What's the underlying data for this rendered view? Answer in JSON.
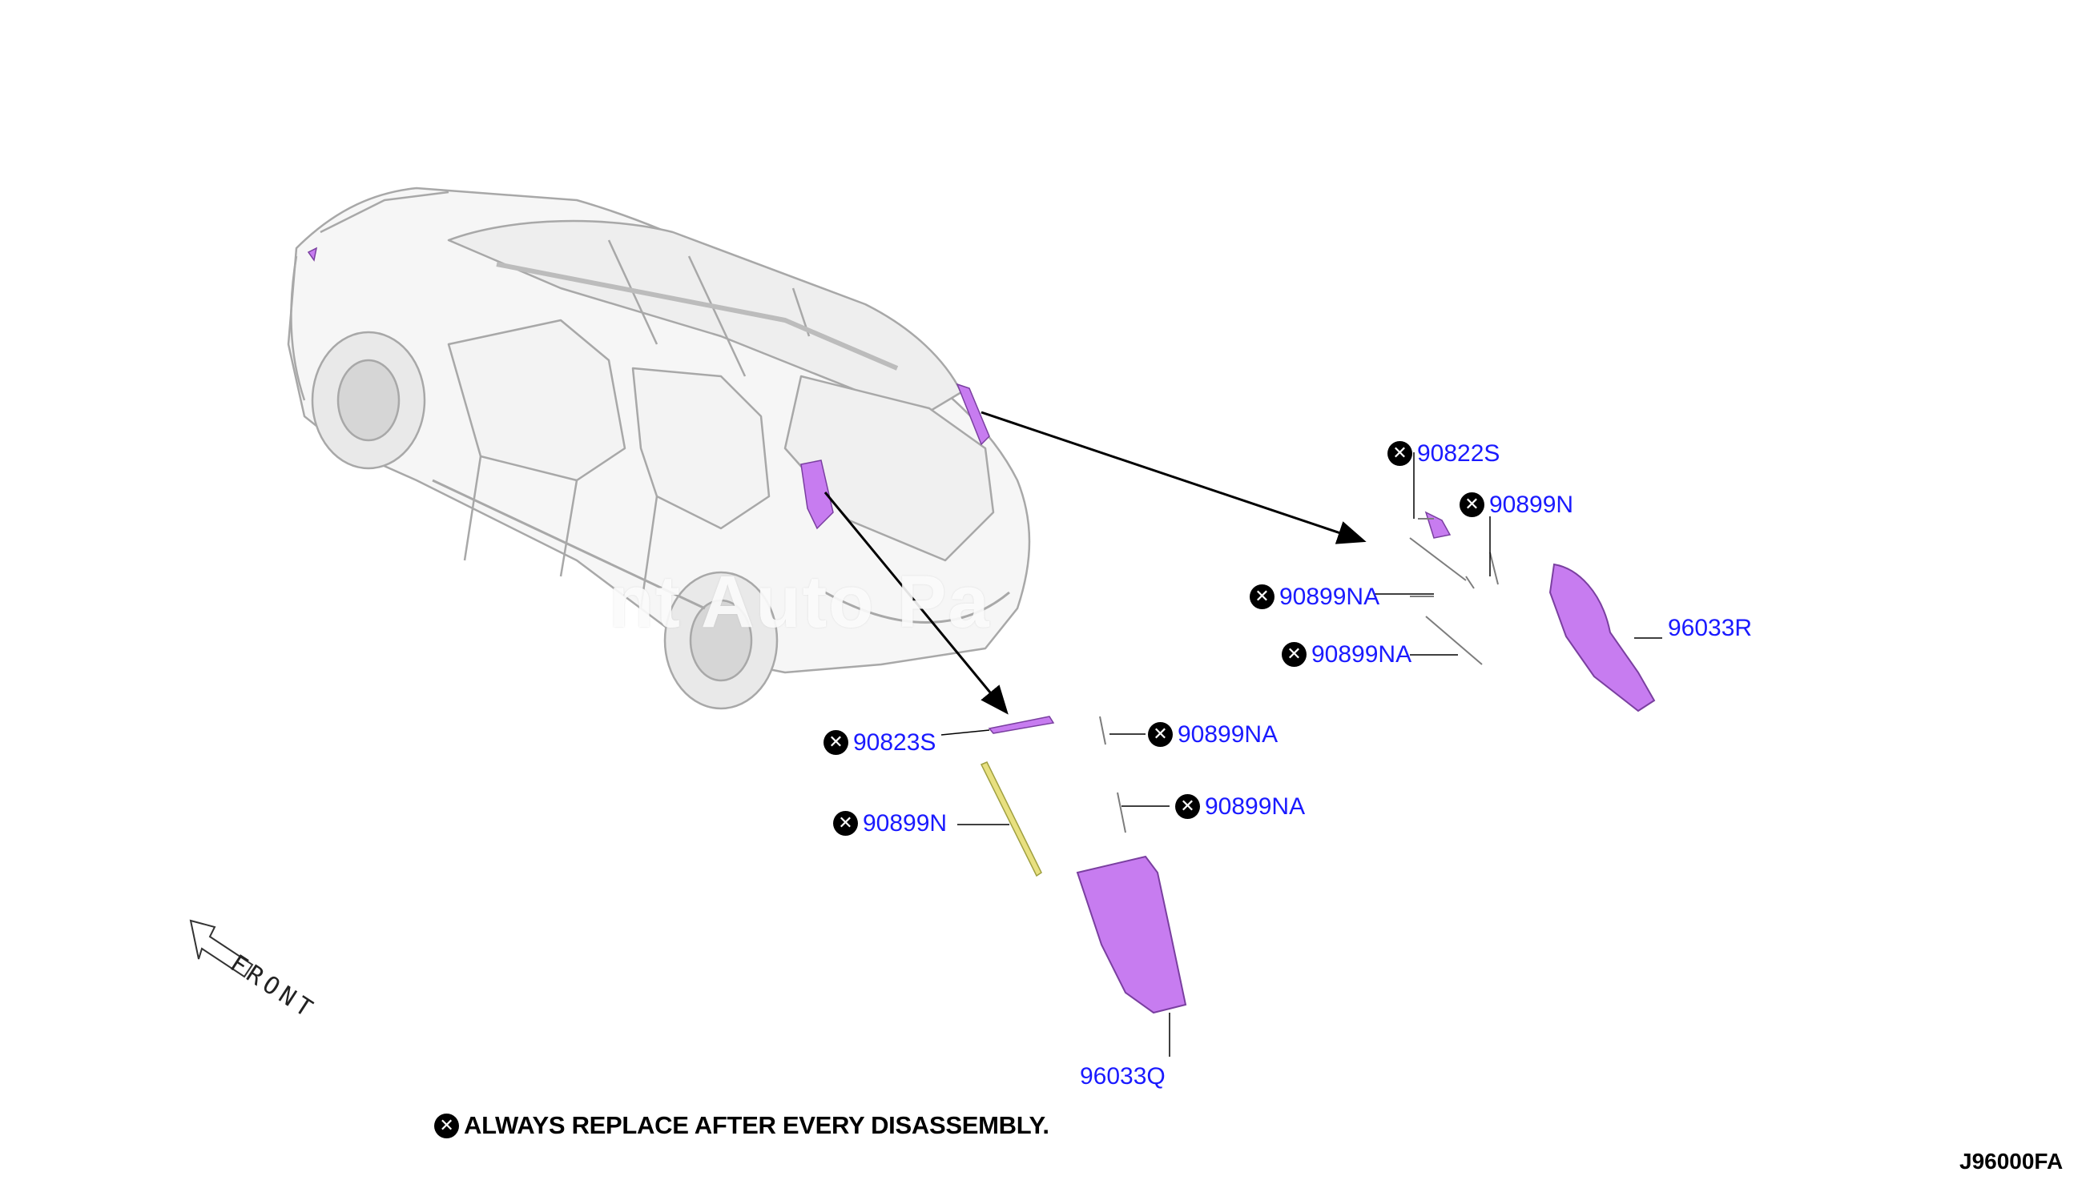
{
  "diagram": {
    "diagram_code": "J96000FA",
    "note": {
      "symbol": "✕",
      "text": "ALWAYS REPLACE AFTER EVERY DISASSEMBLY."
    },
    "front_label": "FRONT",
    "watermark": "nt Auto Pa",
    "colors": {
      "callout_text": "#1a1aff",
      "part_highlight": "#c77cf0",
      "car_outline": "#9a9a9a"
    },
    "callouts": [
      {
        "id": "90822S",
        "label": "90822S",
        "replace": true
      },
      {
        "id": "90899N-right",
        "label": "90899N",
        "replace": true
      },
      {
        "id": "90899NA-right-upper",
        "label": "90899NA",
        "replace": true
      },
      {
        "id": "96033R",
        "label": "96033R",
        "replace": false
      },
      {
        "id": "90899NA-right-lower",
        "label": "90899NA",
        "replace": true
      },
      {
        "id": "90823S",
        "label": "90823S",
        "replace": true
      },
      {
        "id": "90899NA-left-upper",
        "label": "90899NA",
        "replace": true
      },
      {
        "id": "90899NA-left-lower",
        "label": "90899NA",
        "replace": true
      },
      {
        "id": "90899N-left",
        "label": "90899N",
        "replace": true
      },
      {
        "id": "96033Q",
        "label": "96033Q",
        "replace": false
      }
    ]
  }
}
